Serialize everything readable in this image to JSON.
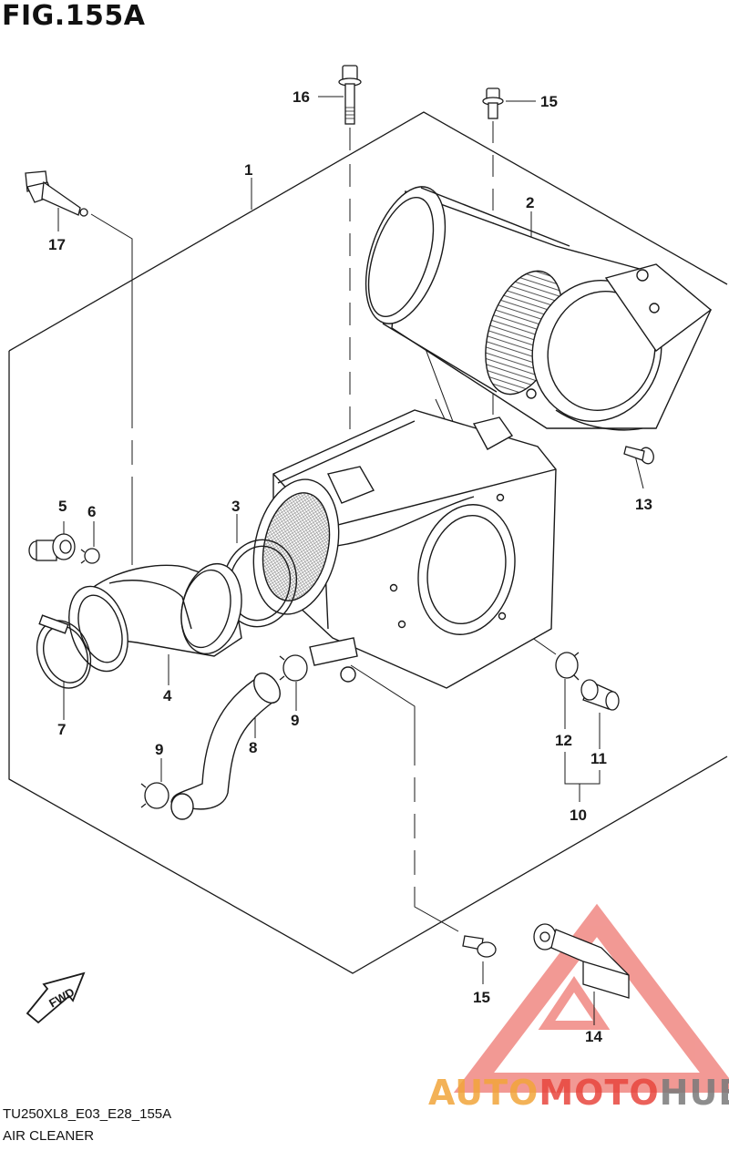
{
  "figure": {
    "title": "FIG.155A"
  },
  "callouts": {
    "p1": "1",
    "p2": "2",
    "p3": "3",
    "p4": "4",
    "p5": "5",
    "p6": "6",
    "p7": "7",
    "p8": "8",
    "p9a": "9",
    "p9b": "9",
    "p10": "10",
    "p11": "11",
    "p12": "12",
    "p13": "13",
    "p14": "14",
    "p15a": "15",
    "p15b": "15",
    "p16": "16",
    "p17": "17"
  },
  "direction_arrow": {
    "label": "FWD"
  },
  "watermark": {
    "part1": "AUTO",
    "part2": "MOTO",
    "part3": "HUB",
    "color_red": "#e8463e",
    "color_orange": "#f2a53a",
    "color_gray": "#7a7a7a"
  },
  "footer": {
    "model_code": "TU250XL8_E03_E28_155A",
    "section_name": "AIR CLEANER"
  }
}
